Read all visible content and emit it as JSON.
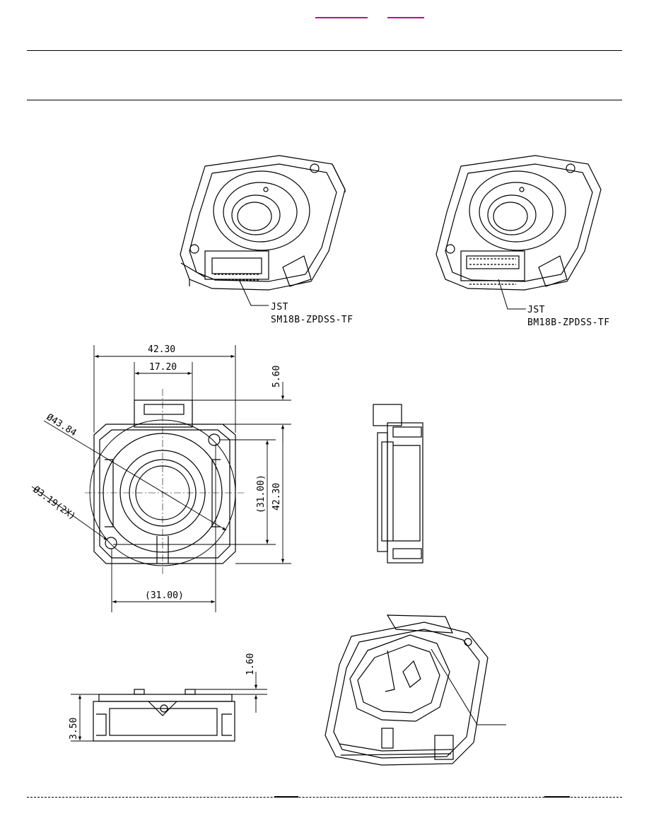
{
  "connectors": {
    "left": {
      "vendor": "JST",
      "part": "SM18B-ZPDSS-TF"
    },
    "right": {
      "vendor": "JST",
      "part": "BM18B-ZPDSS-TF"
    }
  },
  "front_view": {
    "width_overall": "42.30",
    "connector_width": "17.20",
    "connector_protrusion": "5.60",
    "outer_diameter": "Ø43.84",
    "hole_diameter": "Ø3.19(2X)",
    "hole_spacing_vertical": "(31.00)",
    "height_overall": "42.30",
    "hole_spacing_horizontal": "(31.00)"
  },
  "side_view": {
    "thickness": "3.50",
    "boss_height": "1.60"
  }
}
